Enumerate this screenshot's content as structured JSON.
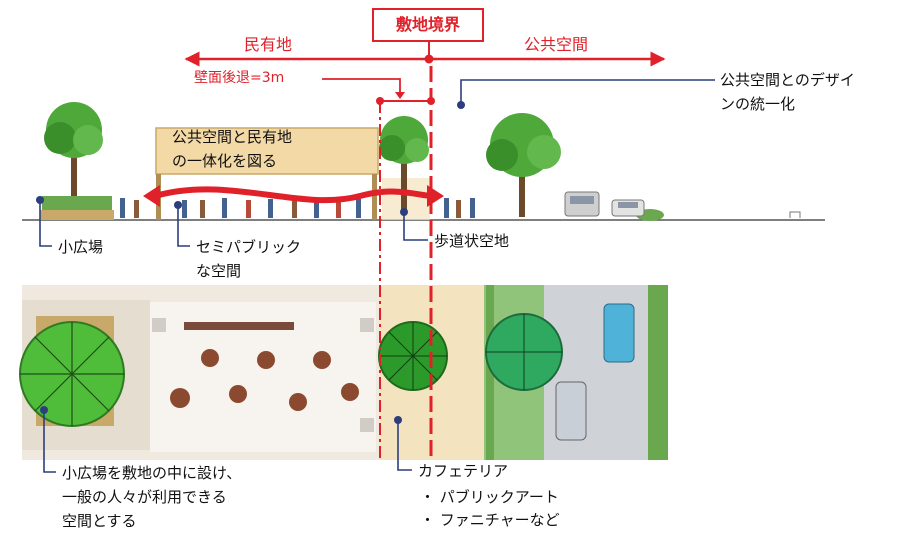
{
  "labels": {
    "site_boundary": "敷地境界",
    "private_land": "民有地",
    "public_space": "公共空間",
    "setback": "壁面後退=3m",
    "design_unity_line1": "公共空間とのデザイ",
    "design_unity_line2": "ンの統一化",
    "integration_line1": "公共空間と民有地",
    "integration_line2": "の一体化を図る",
    "small_plaza": "小広場",
    "semi_public_line1": "セミパブリック",
    "semi_public_line2": "な空間",
    "sidewalk_space": "歩道状空地",
    "plaza_note_line1": "小広場を敷地の中に設け、",
    "plaza_note_line2": "一般の人々が利用できる",
    "plaza_note_line3": "空間とする",
    "cafeteria": "カフェテリア",
    "cafeteria_items": [
      "・ パブリックアート",
      "・ ファニチャーなど"
    ]
  },
  "colors": {
    "accent_red": "#e0212a",
    "leader_navy": "#2c3e7e",
    "tree_green": "#3a9a2a",
    "sidewalk_sand": "#f3e3bf",
    "plaza_paving": "#ebe6dd",
    "road_grey": "#cfd3d8",
    "hedge_green": "#6aa84f"
  }
}
